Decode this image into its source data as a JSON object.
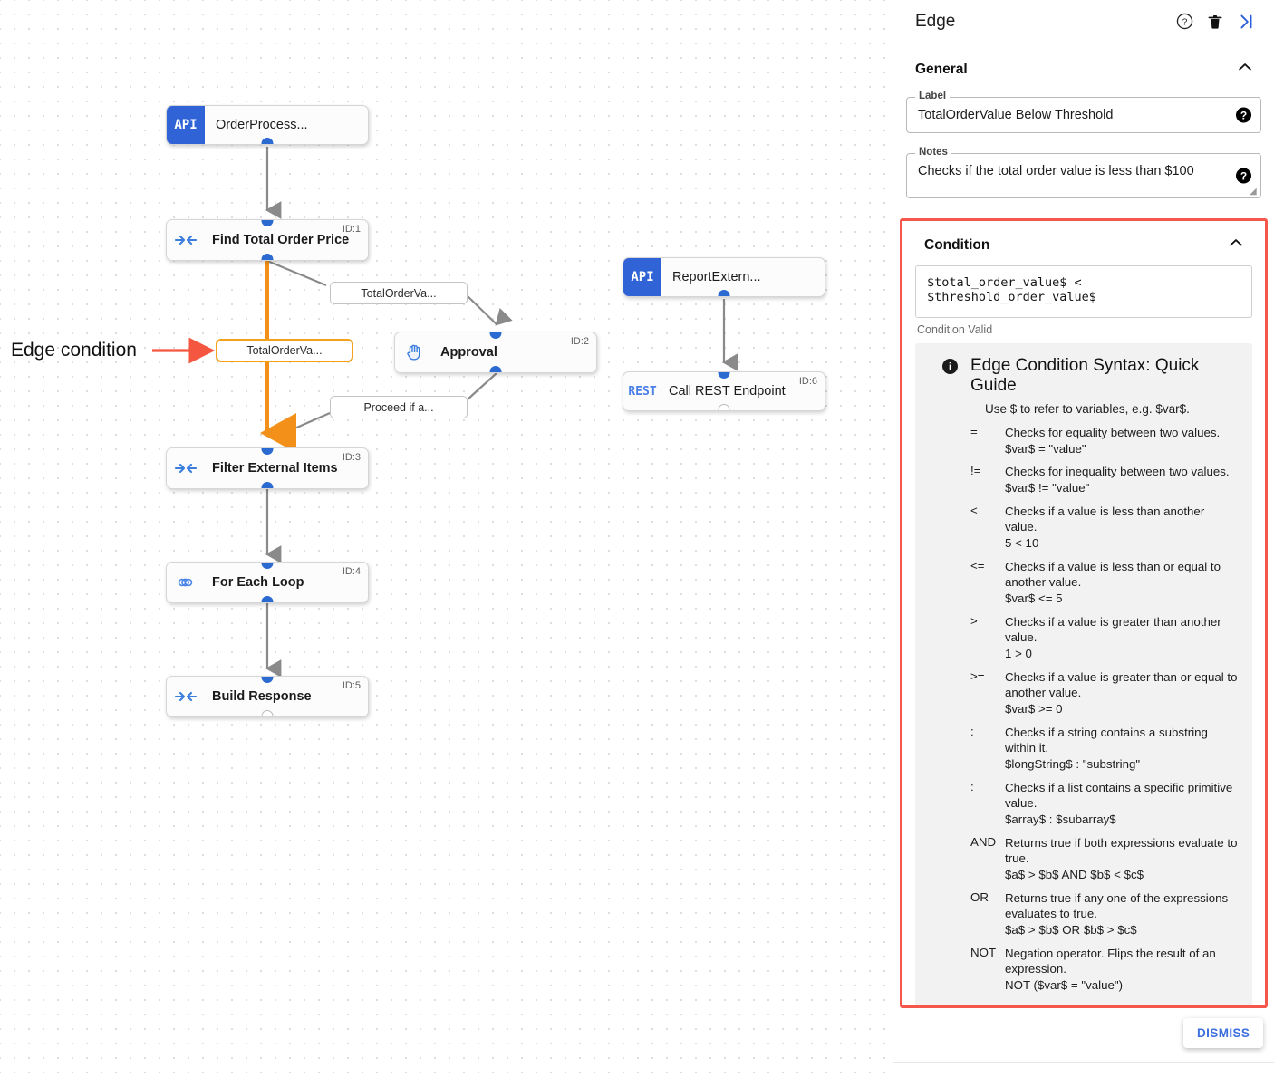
{
  "canvas": {
    "annotation": {
      "text": "Edge condition",
      "arrow_color": "#f4563f"
    },
    "nodes": [
      {
        "name": "OrderProcess...",
        "icon": "api-icon",
        "icon_text": "API",
        "type": "api",
        "id_tag": ""
      },
      {
        "name": "Find Total Order Price",
        "icon": "merge-arrows-icon",
        "icon_text": "",
        "type": "step",
        "id_tag": "ID:1"
      },
      {
        "name": "Approval",
        "icon": "hand-icon",
        "icon_text": "",
        "type": "step",
        "id_tag": "ID:2"
      },
      {
        "name": "Filter External Items",
        "icon": "merge-arrows-icon",
        "icon_text": "",
        "type": "step",
        "id_tag": "ID:3"
      },
      {
        "name": "For Each Loop",
        "icon": "infinity-icon",
        "icon_text": "",
        "type": "step",
        "id_tag": "ID:4"
      },
      {
        "name": "Build Response",
        "icon": "merge-arrows-icon",
        "icon_text": "",
        "type": "step",
        "id_tag": "ID:5"
      },
      {
        "name": "ReportExtern...",
        "icon": "api-icon",
        "icon_text": "API",
        "type": "api",
        "id_tag": ""
      },
      {
        "name": "Call REST Endpoint",
        "icon": "rest-icon",
        "icon_text": "REST",
        "type": "rest",
        "id_tag": "ID:6"
      }
    ],
    "edge_labels": [
      {
        "text": "TotalOrderVa...",
        "selected": false
      },
      {
        "text": "TotalOrderVa...",
        "selected": true
      },
      {
        "text": "Proceed if a...",
        "selected": false
      }
    ],
    "selected_edge_color": "#f39019"
  },
  "panel": {
    "title": "Edge",
    "header_icons": [
      {
        "name": "help-icon",
        "glyph": "?"
      },
      {
        "name": "delete-icon",
        "glyph": "trash"
      },
      {
        "name": "collapse-panel-icon",
        "glyph": ">|"
      }
    ],
    "general": {
      "heading": "General",
      "collapse_icon": "chevron-up-icon",
      "label_field": {
        "legend": "Label",
        "value": "TotalOrderValue Below Threshold"
      },
      "notes_field": {
        "legend": "Notes",
        "value": "Checks if the total order value is less than $100"
      }
    },
    "condition": {
      "heading": "Condition",
      "collapse_icon": "chevron-up-icon",
      "expression": "$total_order_value$ < $threshold_order_value$",
      "validity": "Condition Valid",
      "highlight_color": "#f5574a",
      "guide": {
        "title": "Edge Condition Syntax: Quick Guide",
        "subtitle": "Use $ to refer to variables, e.g. $var$.",
        "operators": [
          {
            "op": "=",
            "desc": "Checks for equality between two values.",
            "example": "$var$ = \"value\""
          },
          {
            "op": "!=",
            "desc": "Checks for inequality between two values.",
            "example": "$var$ != \"value\""
          },
          {
            "op": "<",
            "desc": "Checks if a value is less than another value.",
            "example": "5 < 10"
          },
          {
            "op": "<=",
            "desc": "Checks if a value is less than or equal to another value.",
            "example": "$var$ <= 5"
          },
          {
            "op": ">",
            "desc": "Checks if a value is greater than another value.",
            "example": "1 > 0"
          },
          {
            "op": ">=",
            "desc": "Checks if a value is greater than or equal to another value.",
            "example": "$var$ >= 0"
          },
          {
            "op": ":",
            "desc": "Checks if a string contains a substring within it.",
            "example": "$longString$ : \"substring\""
          },
          {
            "op": ":",
            "desc": "Checks if a list contains a specific primitive value.",
            "example": "$array$ : $subarray$"
          },
          {
            "op": "AND",
            "desc": "Returns true if both expressions evaluate to true.",
            "example": "$a$ > $b$ AND $b$ < $c$"
          },
          {
            "op": "OR",
            "desc": "Returns true if any one of the expressions evaluates to true.",
            "example": "$a$ > $b$ OR $b$ > $c$"
          },
          {
            "op": "NOT",
            "desc": "Negation operator. Flips the result of an expression.",
            "example": "NOT ($var$ = \"value\")"
          }
        ]
      }
    },
    "dismiss_label": "DISMISS"
  }
}
